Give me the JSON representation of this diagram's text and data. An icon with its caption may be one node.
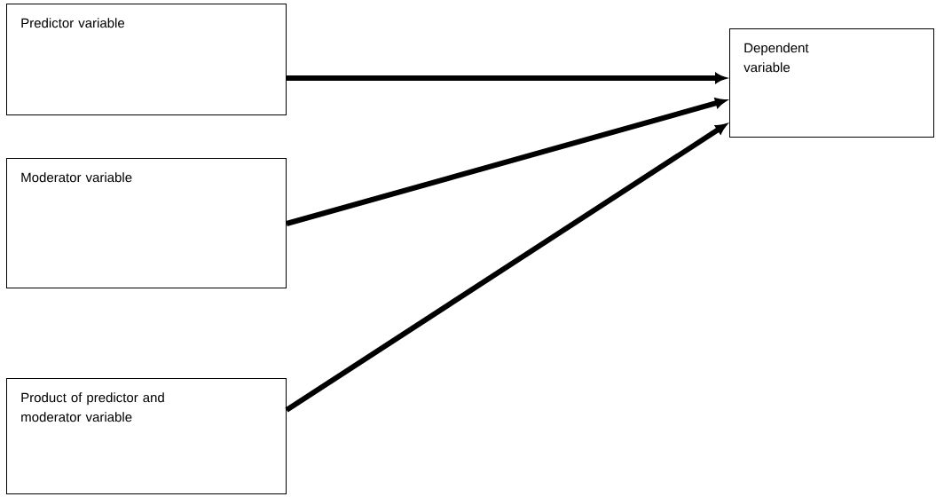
{
  "diagram": {
    "nodes": [
      {
        "text": [
          "Predictor variable"
        ]
      },
      {
        "text": [
          "Moderator variable"
        ]
      },
      {
        "text": [
          "Product of predictor and moderator variable"
        ]
      },
      {
        "text": [
          "Dependent variable"
        ]
      }
    ],
    "edges": [
      {
        "from": 0,
        "to": 3,
        "arrow": "to"
      },
      {
        "from": 1,
        "to": 3,
        "arrow": "to"
      },
      {
        "from": 2,
        "to": 3,
        "arrow": "to"
      }
    ]
  }
}
